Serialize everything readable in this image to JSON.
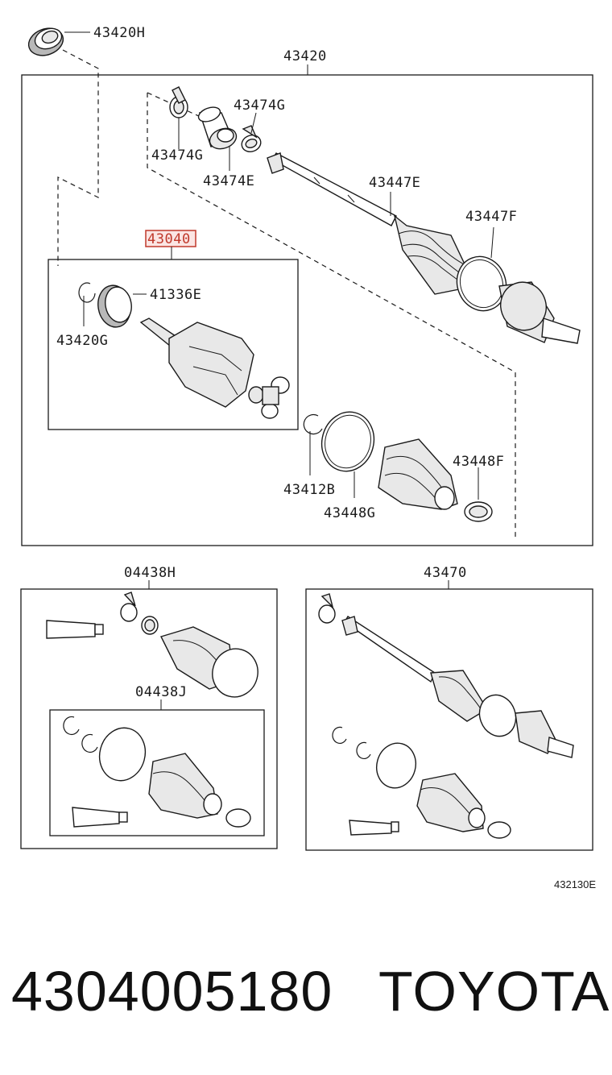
{
  "labels": {
    "l_43420H": "43420H",
    "l_43420": "43420",
    "l_43474G_a": "43474G",
    "l_43474G_b": "43474G",
    "l_43474E": "43474E",
    "l_43447E": "43447E",
    "l_43447F": "43447F",
    "l_43040": "43040",
    "l_41336E": "41336E",
    "l_43420G": "43420G",
    "l_43448F": "43448F",
    "l_43412B": "43412B",
    "l_43448G": "43448G",
    "l_04438H": "04438H",
    "l_04438J": "04438J",
    "l_43470": "43470"
  },
  "diagram_code": "432130E",
  "footer": {
    "part_number": "4304005180",
    "brand": "TOYOTA"
  },
  "colors": {
    "highlight": "#c0392b",
    "line": "#1a1a1a"
  }
}
